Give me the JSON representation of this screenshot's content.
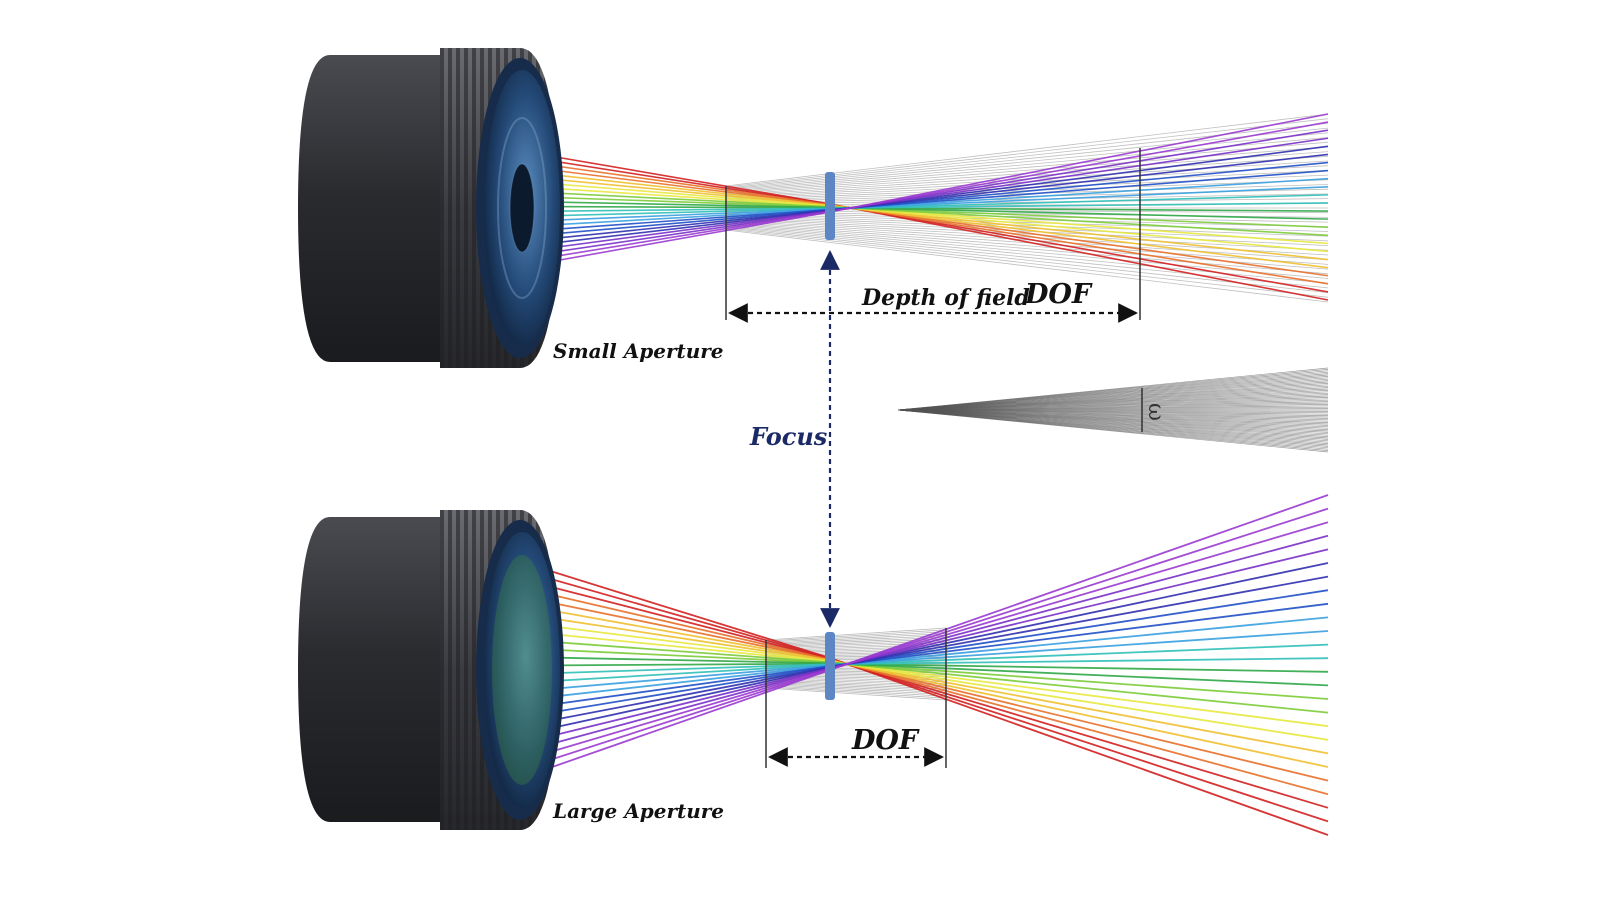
{
  "labels": {
    "depth_of_field": "Depth of field",
    "dof_top": "DOF",
    "dof_bottom": "DOF",
    "small_aperture": "Small Aperture",
    "large_aperture": "Large Aperture",
    "focus": "Focus",
    "omega": "ω"
  },
  "colors": {
    "lens_body": "#2b2b2e",
    "lens_ring": "#3a3b40",
    "glass": "#1f3f63",
    "focus_marker": "#5d86c4",
    "focus_label": "#1b2a66",
    "gray_rays": "#8a8a8a",
    "spectrum": [
      "#d32020",
      "#e8702a",
      "#f0c030",
      "#e8e840",
      "#7ccc3a",
      "#30a848",
      "#30c0b8",
      "#3aa0e0",
      "#2050c8",
      "#3030b0",
      "#7a30c8",
      "#9a3ad0"
    ]
  },
  "icons": {
    "dof_arrow": "double-headed-dashed-arrow",
    "focus_arrow": "vertical-dashed-arrow"
  }
}
